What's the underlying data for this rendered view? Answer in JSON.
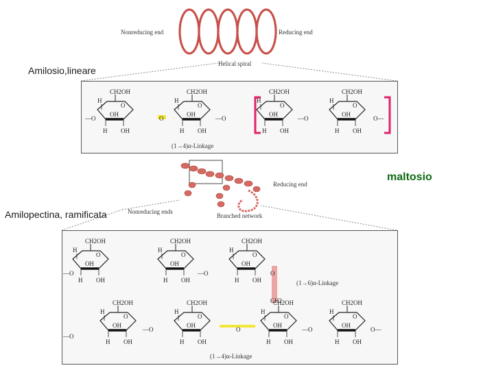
{
  "labels": {
    "amylose": "Amilosio,lineare",
    "amylopectin": "Amilopectina, ramificata",
    "maltose": "maltosio"
  },
  "figure_captions": {
    "nonreducing_end_top": "Nonreducing end",
    "reducing_end_top": "Reducing end",
    "helical_spiral": "Helical spiral",
    "alpha14_top": "(1→4)α-Linkage",
    "reducing_end_mid": "Reducing end",
    "nonreducing_ends": "Nonreducing ends",
    "branched_network": "Branched network",
    "alpha16": "(1→6)α-Linkage",
    "alpha14_bottom": "(1→4)α-Linkage"
  },
  "colors": {
    "spiral": "#c8504a",
    "bracket": "#e0206a",
    "alpha14_highlight": "#f2e63a",
    "alpha16_highlight": "#e89090",
    "maltose_text": "#0f6a12"
  }
}
